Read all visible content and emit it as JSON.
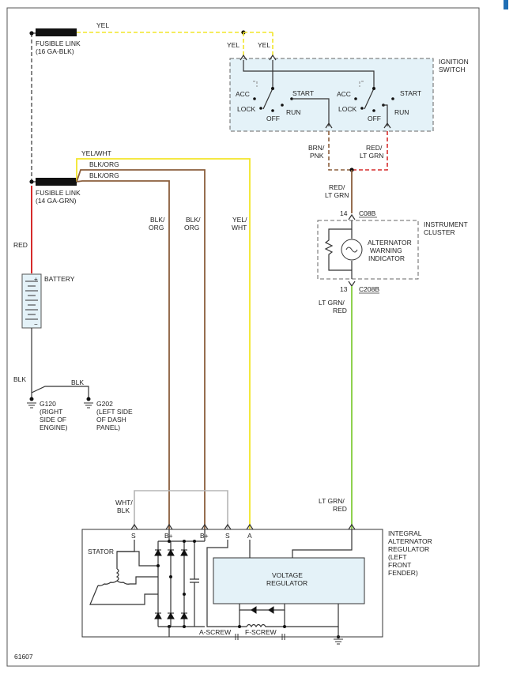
{
  "colors": {
    "yellow": "#f2e52a",
    "brown": "#8b5e3c",
    "red": "#d62b2b",
    "green": "#8fd14f",
    "gray": "#b5b5b5",
    "white_panel": "#e4f2f8"
  },
  "fusible_link_1": {
    "line1": "FUSIBLE LINK",
    "line2": "(16 GA-BLK)"
  },
  "fusible_link_2": {
    "line1": "FUSIBLE LINK",
    "line2": "(14 GA-GRN)"
  },
  "wires": {
    "yel_top": "YEL",
    "yel_left": "YEL",
    "yel_right": "YEL",
    "yel_wht": "YEL/WHT",
    "blk_org_1": "BLK/ORG",
    "blk_org_2": "BLK/ORG",
    "blk_org_v1": [
      "BLK/",
      "ORG"
    ],
    "blk_org_v2": [
      "BLK/",
      "ORG"
    ],
    "yel_wht_v": [
      "YEL/",
      "WHT"
    ],
    "red": "RED",
    "blk": "BLK",
    "blk_ground": "BLK",
    "brn_pnk": [
      "BRN/",
      "PNK"
    ],
    "red_ltgrn_a": [
      "RED/",
      "LT GRN"
    ],
    "red_ltgrn_b": [
      "RED/",
      "LT GRN"
    ],
    "ltgrn_red_a": [
      "LT GRN/",
      "RED"
    ],
    "ltgrn_red_b": [
      "LT GRN/",
      "RED"
    ],
    "wht_blk": [
      "WHT/",
      "BLK"
    ]
  },
  "ignition_switch": {
    "title": [
      "IGNITION",
      "SWITCH"
    ],
    "left": {
      "acc": "ACC",
      "lock": "LOCK",
      "off": "OFF",
      "start": "START",
      "run": "RUN"
    },
    "right": {
      "acc": "ACC",
      "lock": "LOCK",
      "off": "OFF",
      "start": "START",
      "run": "RUN"
    }
  },
  "battery": {
    "label": "BATTERY",
    "plus": "+",
    "minus": "−"
  },
  "grounds": {
    "g120": [
      "G120",
      "(RIGHT",
      "SIDE OF",
      "ENGINE)"
    ],
    "g202": [
      "G202",
      "(LEFT SIDE",
      "OF DASH",
      "PANEL)"
    ]
  },
  "instrument_cluster": {
    "title": [
      "INSTRUMENT",
      "CLUSTER"
    ],
    "indicator": [
      "ALTERNATOR",
      "WARNING",
      "INDICATOR"
    ],
    "pin_top": "14",
    "conn_top": "C08B",
    "pin_bottom": "13",
    "conn_bottom": "C208B"
  },
  "alternator": {
    "title": [
      "INTEGRAL",
      "ALTERNATOR",
      "REGULATOR",
      "(LEFT",
      "FRONT",
      "FENDER)"
    ],
    "stator": "STATOR",
    "voltage_regulator": [
      "VOLTAGE",
      "REGULATOR"
    ],
    "a_screw": "A-SCREW",
    "f_screw": "F-SCREW",
    "terminals": {
      "s1": "S",
      "b1": "B+",
      "b2": "B+",
      "s2": "S",
      "a": "A"
    }
  },
  "figure_id": "61607"
}
